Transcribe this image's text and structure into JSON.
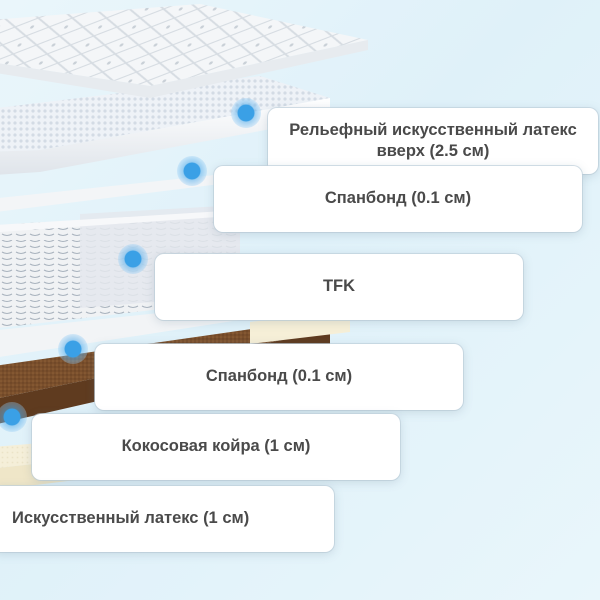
{
  "layers": [
    {
      "label": "Рельефный искусственный латекс вверх (2.5 см)",
      "marker_color": "#3aa0e6"
    },
    {
      "label": "Спанбонд (0.1 см)",
      "marker_color": "#3aa0e6"
    },
    {
      "label": "TFK",
      "marker_color": "#3aa0e6"
    },
    {
      "label": "Спанбонд (0.1 см)",
      "marker_color": "#3aa0e6"
    },
    {
      "label": "Кокосовая койра (1 см)",
      "marker_color": "#3aa0e6"
    },
    {
      "label": "Искусственный латекс (1 см)",
      "marker_color": "#3aa0e6"
    }
  ],
  "colors": {
    "background": "#e3f3fa",
    "card": "#ffffff",
    "text": "#4a4a4a",
    "coir": "#7a4f2c",
    "latex": "#f3ecd6",
    "marker": "#3aa0e6"
  }
}
